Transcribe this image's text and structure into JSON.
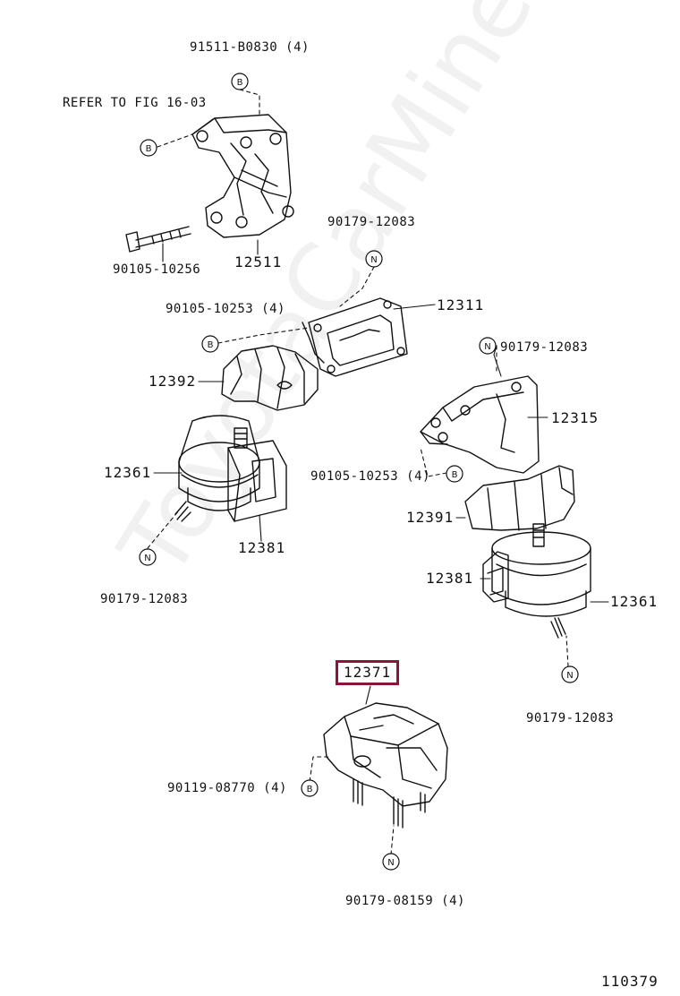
{
  "watermark": "ToyotaCarMine.ru",
  "figure_number": "110379",
  "highlight_color": "#8a1538",
  "callout_letters": {
    "b": "B",
    "n": "N"
  },
  "labels": {
    "top_bolt": "91511-B0830 (4)",
    "refer": "REFER TO FIG 16-03",
    "bracket": "12511",
    "long_bolt": "90105-10256",
    "nut_center": "90179-12083",
    "plate_bolt": "90105-10253 (4)",
    "plate": "12311",
    "insulator_l": "12392",
    "nut_right": "90179-12083",
    "bracket_r": "12315",
    "mount_l": "12361",
    "bracket_bolt_r": "90105-10253 (4)",
    "insulator_r": "12391",
    "stopper_l": "12381",
    "stopper_r": "12381",
    "mount_r": "12361",
    "nut_left_bottom": "90179-12083",
    "nut_right_bottom": "90179-12083",
    "rear_mount": "12371",
    "rear_bolt": "90119-08770 (4)",
    "rear_nut": "90179-08159 (4)"
  }
}
